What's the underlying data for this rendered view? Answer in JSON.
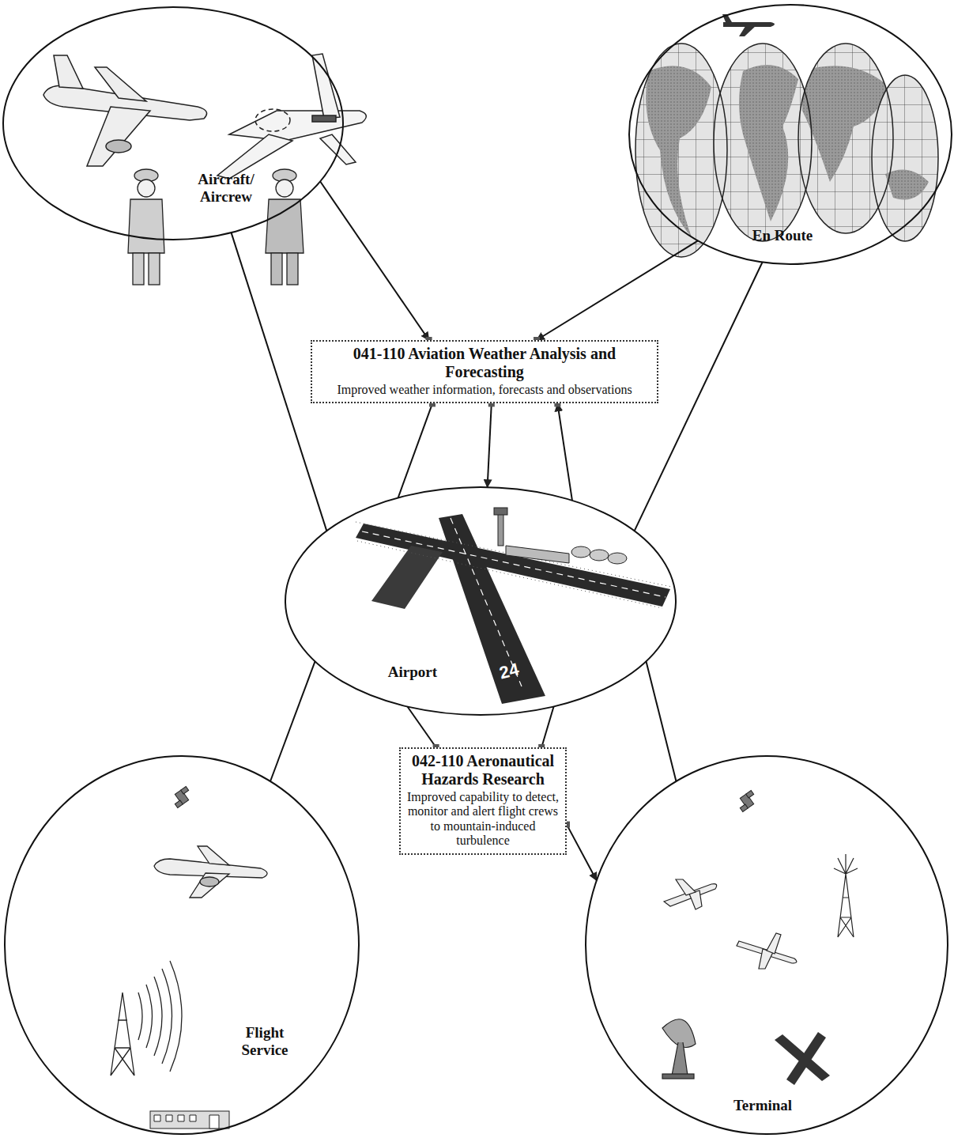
{
  "diagram": {
    "nodes": [
      {
        "text": [
          "Aircraft/ Aircrew"
        ]
      },
      {
        "text": [
          "En Route"
        ]
      },
      {
        "text": [
          "041-110 Aviation Weather Analysis and Forecasting",
          "Improved weather information, forecasts and observations"
        ]
      },
      {
        "text": [
          "Airport"
        ]
      },
      {
        "text": [
          "042-110 Aeronautical Hazards Research",
          "Improved capability to detect, monitor and alert flight crews to mountain-induced turbulence"
        ]
      },
      {
        "text": [
          "Flight Service"
        ]
      },
      {
        "text": [
          "Terminal"
        ]
      }
    ],
    "edges": [
      {
        "from": 0,
        "to": 2,
        "arrow": "to"
      },
      {
        "from": 1,
        "to": 2,
        "arrow": "to"
      },
      {
        "from": 0,
        "to": 3,
        "arrow": "none"
      },
      {
        "from": 1,
        "to": 3,
        "arrow": "none"
      },
      {
        "from": 2,
        "to": 3,
        "arrow": "none"
      },
      {
        "from": 2,
        "to": 3,
        "arrow": "to"
      },
      {
        "from": 3,
        "to": 2,
        "arrow": "to"
      },
      {
        "from": 3,
        "to": 4,
        "arrow": "none"
      },
      {
        "from": 3,
        "to": 4,
        "arrow": "none"
      },
      {
        "from": 3,
        "to": 5,
        "arrow": "none"
      },
      {
        "from": 3,
        "to": 6,
        "arrow": "none"
      },
      {
        "from": 4,
        "to": 6,
        "arrow": "to"
      }
    ],
    "labels": [
      "24"
    ]
  }
}
